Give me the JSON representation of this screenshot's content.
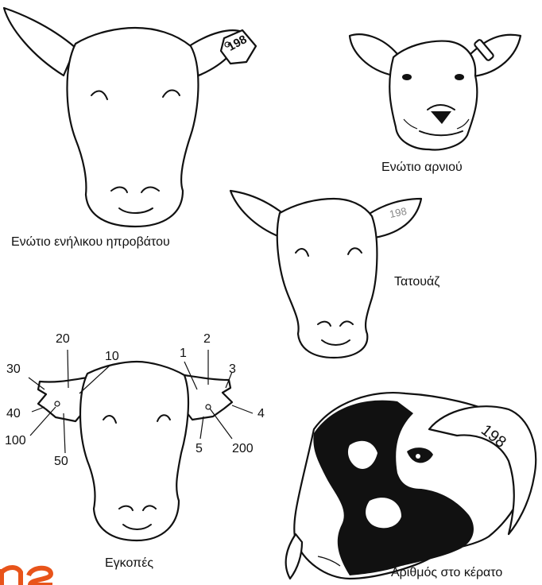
{
  "labels": {
    "adult_ear_tag": "Ενώτιο ενήλικου ηπροβάτου",
    "lamb_ear_tag": "Ενώτιο αρνιού",
    "tattoo": "Τατουάζ",
    "notches": "Εγκοπές",
    "horn_number": "Αριθμός στο κέρατο"
  },
  "tag_numbers": {
    "adult_tag": "198",
    "tattoo": "198",
    "horn": "198"
  },
  "notch_codes": {
    "left": [
      "30",
      "20",
      "10",
      "40",
      "100",
      "50"
    ],
    "right": [
      "1",
      "2",
      "3",
      "4",
      "5",
      "200"
    ]
  },
  "colors": {
    "ink": "#111111",
    "accent": "#e8541a"
  }
}
